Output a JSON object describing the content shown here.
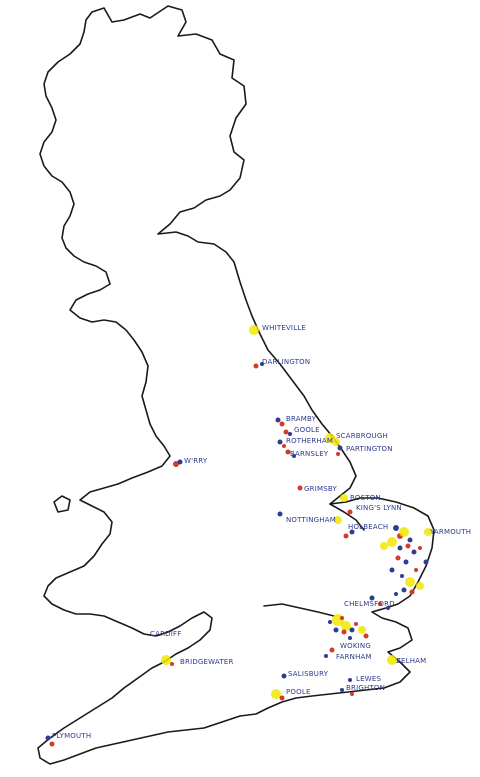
{
  "colors": {
    "coastline": "#1a1a1a",
    "label": "#2b3a8c",
    "marker_blue": "#2f3c8f",
    "marker_red": "#d23a2a",
    "marker_yellow": "#f2e600"
  },
  "places": [
    {
      "id": "whiteville",
      "label": "WHITEVILLE"
    },
    {
      "id": "darlington",
      "label": "DARLINGTON"
    },
    {
      "id": "bramby",
      "label": "BRAMBY"
    },
    {
      "id": "goole",
      "label": "GOOLE"
    },
    {
      "id": "scarbrough",
      "label": "SCARBROUGH"
    },
    {
      "id": "rotherham",
      "label": "ROTHERHAM"
    },
    {
      "id": "barnsley",
      "label": "BARNSLEY"
    },
    {
      "id": "partington",
      "label": "PARTINGTON"
    },
    {
      "id": "worry",
      "label": "W'RRY"
    },
    {
      "id": "grimsby",
      "label": "GRIMSBY"
    },
    {
      "id": "nottingham",
      "label": "NOTTINGHAM"
    },
    {
      "id": "boston",
      "label": "BOSTON"
    },
    {
      "id": "kings-lynn",
      "label": "KING'S LYNN"
    },
    {
      "id": "holbeach",
      "label": "HOLBEACH"
    },
    {
      "id": "yarmouth",
      "label": "YARMOUTH"
    },
    {
      "id": "chelmsford",
      "label": "CHELMSFORD"
    },
    {
      "id": "cardiff",
      "label": "CARDIFF"
    },
    {
      "id": "bridgewater",
      "label": "BRIDGEWATER"
    },
    {
      "id": "woking",
      "label": "WOKING"
    },
    {
      "id": "farnham",
      "label": "FARNHAM"
    },
    {
      "id": "zelham",
      "label": "ZELHAM"
    },
    {
      "id": "salisbury",
      "label": "SALISBURY"
    },
    {
      "id": "lewes",
      "label": "LEWES"
    },
    {
      "id": "brighton",
      "label": "BRIGHTON"
    },
    {
      "id": "poole",
      "label": "POOLE"
    },
    {
      "id": "plymouth",
      "label": "PLYMOUTH"
    }
  ]
}
